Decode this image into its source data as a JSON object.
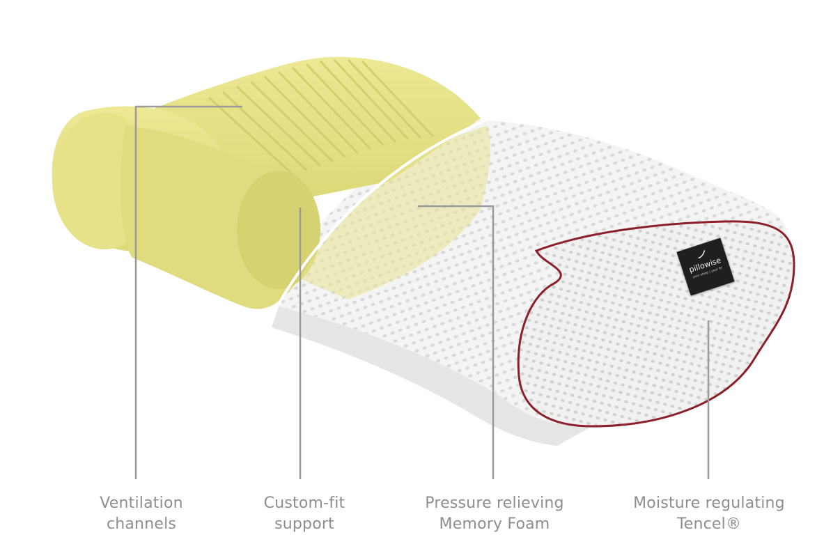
{
  "labels": [
    {
      "line1": "Ventilation",
      "line2": "channels"
    },
    {
      "line1": "Custom-fit",
      "line2": "support"
    },
    {
      "line1": "Pressure relieving",
      "line2": "Memory Foam"
    },
    {
      "line1": "Moisture regulating",
      "line2": "Tencel®"
    }
  ],
  "brand_tag": {
    "name": "pillowise",
    "slogan": "your sleep | your fit"
  },
  "colors": {
    "foam": "#e8e491",
    "foam_shade": "#d9d57a",
    "cover": "#f3f3f3",
    "piping": "#8a1f2a",
    "callout_line": "#9a9a9a",
    "label_text": "#8e8e8e"
  }
}
